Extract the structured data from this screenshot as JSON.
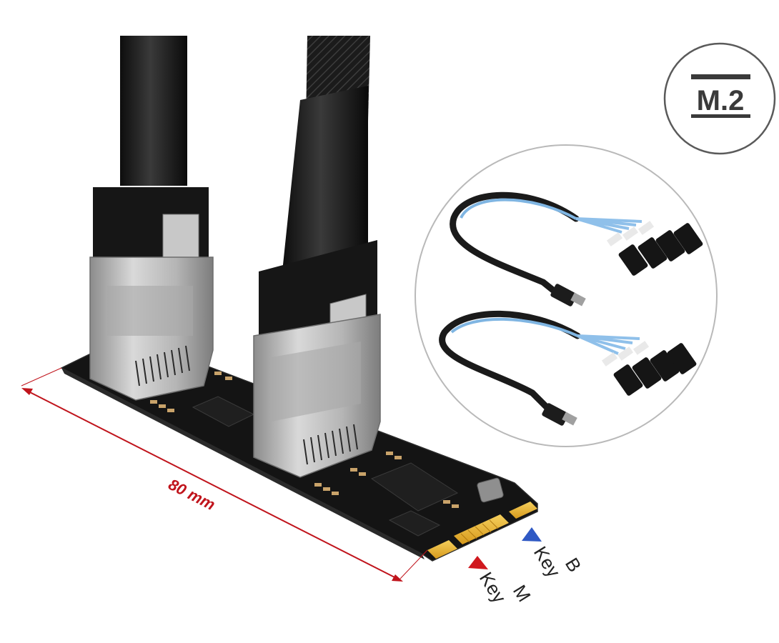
{
  "badge": {
    "text": "M.2"
  },
  "dimension": {
    "text": "80 mm"
  },
  "keys": {
    "key_m": {
      "word": "Key",
      "letter": "M"
    },
    "key_b": {
      "word": "Key",
      "letter": "B"
    }
  },
  "colors": {
    "dimension_line": "#c0141c",
    "key_m_marker": "#d0181e",
    "key_b_marker": "#2f59c4",
    "board": "#151515",
    "gold_contacts": "#e8b436",
    "sata_cable_blue": "#7fb5e2",
    "connector_metal": "#b9b9b9"
  },
  "icons": {
    "badge": "m2-badge-icon",
    "accessory": "cable-accessory-circle"
  }
}
